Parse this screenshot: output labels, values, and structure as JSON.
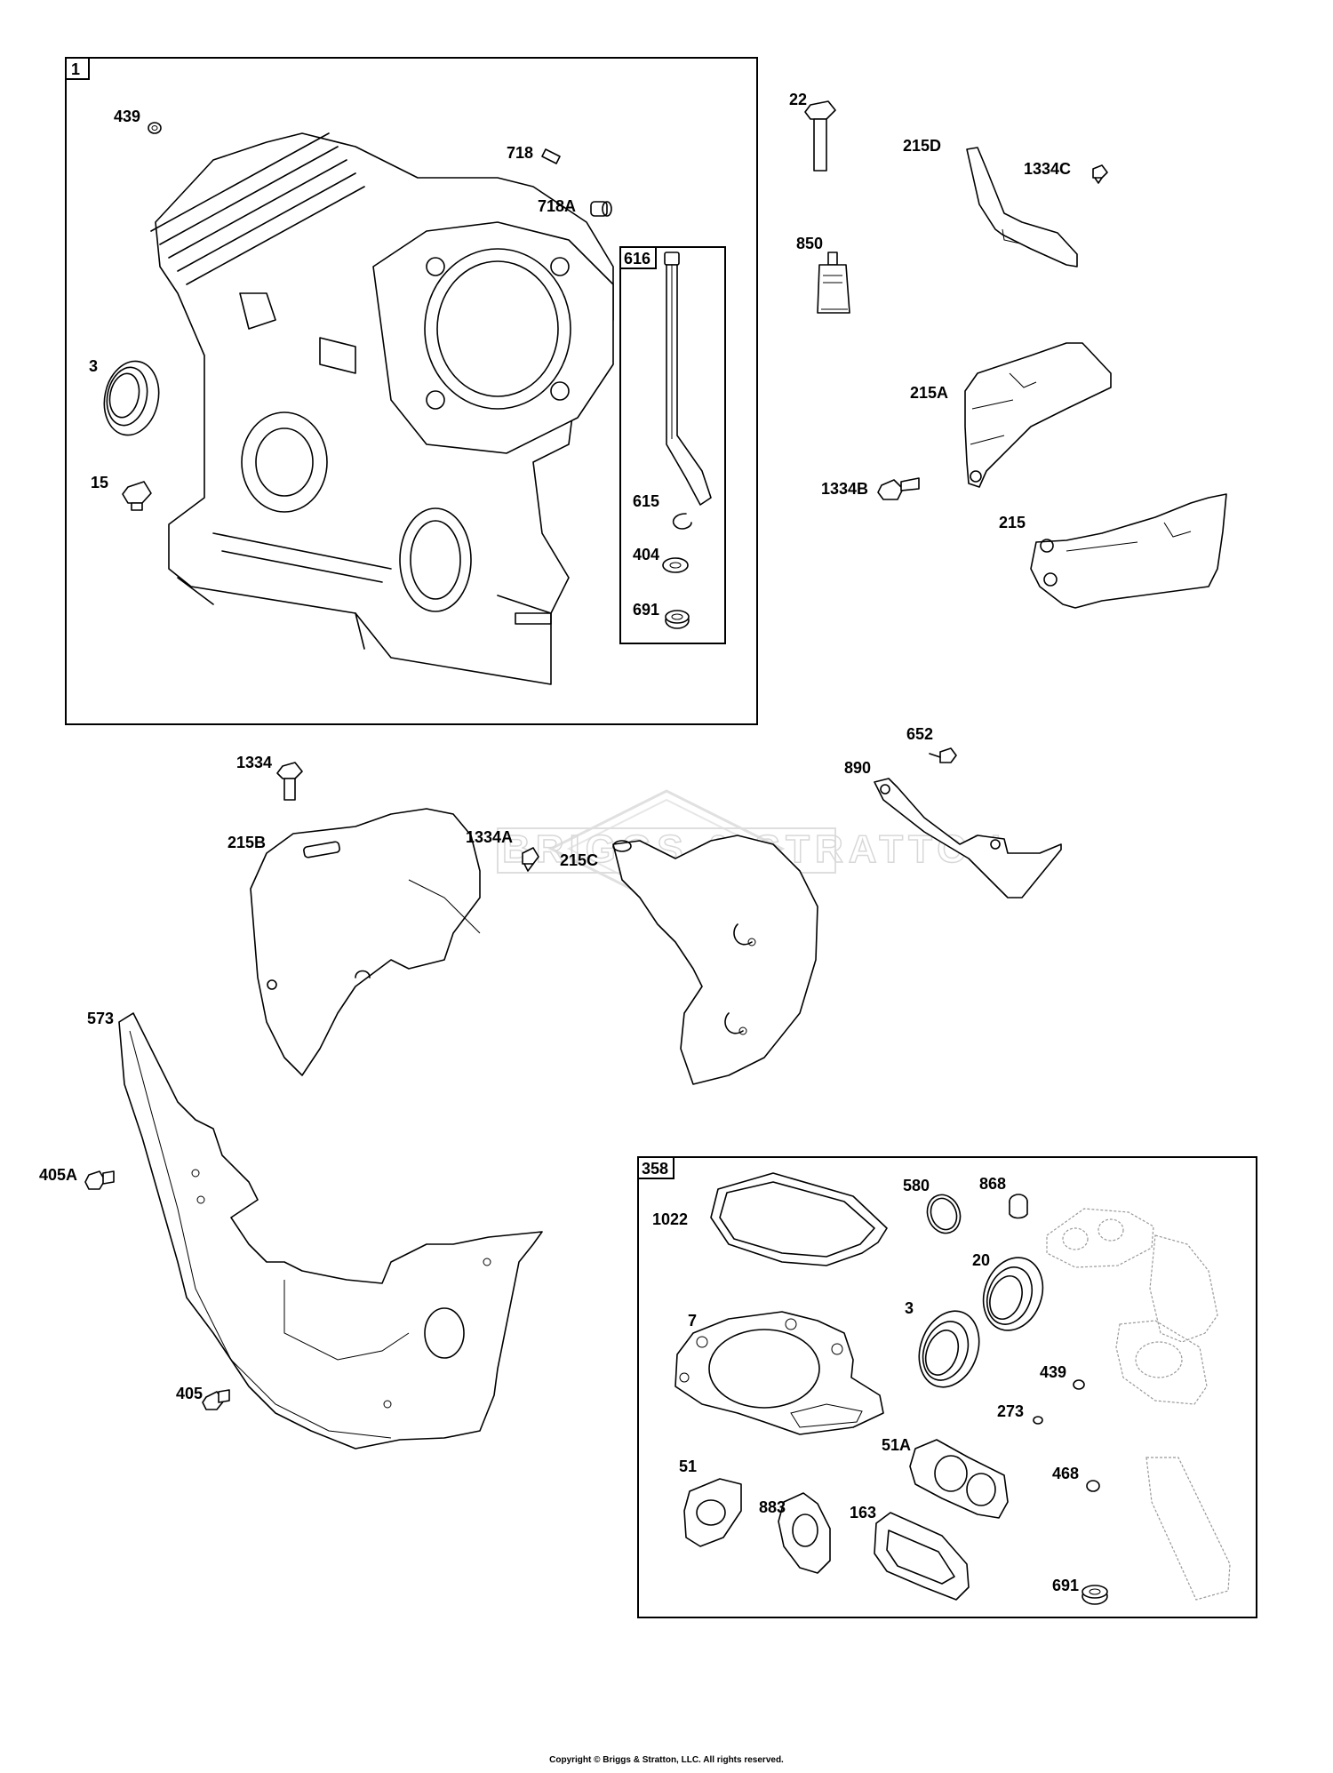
{
  "watermark": "BRIGGS & STRATTON",
  "copyright": "Copyright © Briggs & Stratton, LLC. All rights reserved.",
  "groups": {
    "engine_block": "1",
    "dipstick_kit": "616",
    "gasket_kit": "358"
  },
  "labels": {
    "l439a": "439",
    "l718": "718",
    "l718A": "718A",
    "l3a": "3",
    "l15": "15",
    "l615": "615",
    "l404": "404",
    "l691a": "691",
    "l22": "22",
    "l215D": "215D",
    "l1334C": "1334C",
    "l850": "850",
    "l215A": "215A",
    "l1334B": "1334B",
    "l215": "215",
    "l1334": "1334",
    "l1334A": "1334A",
    "l215B": "215B",
    "l215C": "215C",
    "l652": "652",
    "l890": "890",
    "l573": "573",
    "l405A": "405A",
    "l405": "405",
    "l1022": "1022",
    "l580": "580",
    "l868": "868",
    "l20": "20",
    "l7": "7",
    "l3b": "3",
    "l439b": "439",
    "l273": "273",
    "l51A": "51A",
    "l468": "468",
    "l51": "51",
    "l883": "883",
    "l163": "163",
    "l691b": "691"
  }
}
